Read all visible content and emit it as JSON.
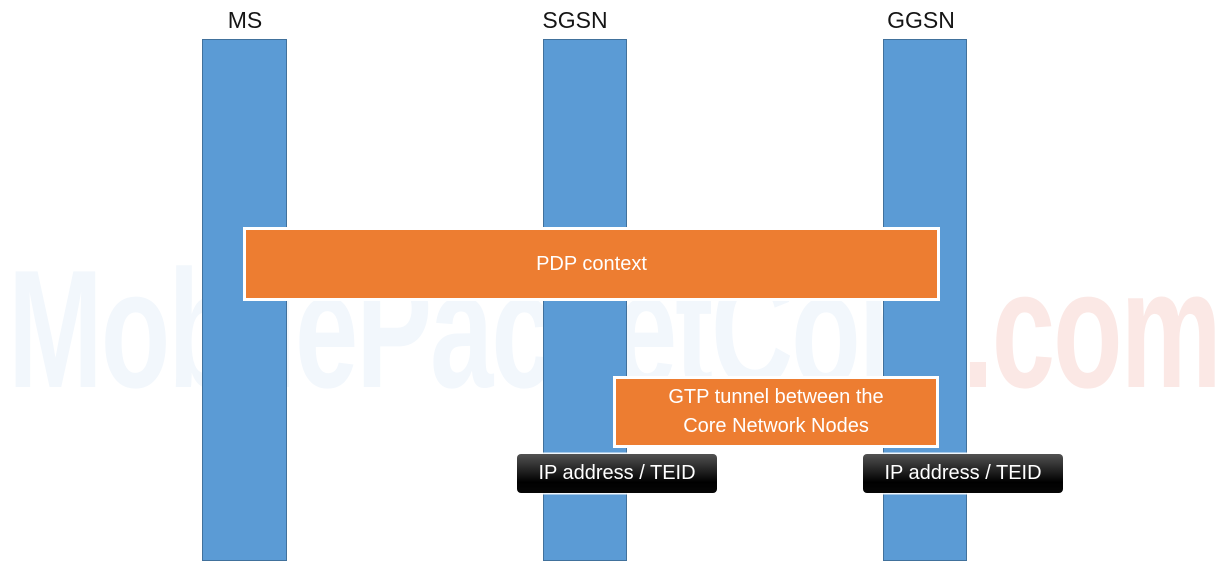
{
  "colors": {
    "lifeline_fill": "#5B9BD5",
    "lifeline_border": "#41719C",
    "highlight_fill": "#ED7D31",
    "highlight_border": "#FFFFFF",
    "tag_bg": "#000000",
    "watermark_text": "#F2F7FC",
    "watermark_suffix": "#FBE8E5"
  },
  "watermark": {
    "text": "MobilePacketCore",
    "suffix": ".com"
  },
  "lifelines": [
    {
      "id": "ms",
      "label": "MS"
    },
    {
      "id": "sgsn",
      "label": "SGSN"
    },
    {
      "id": "ggsn",
      "label": "GGSN"
    }
  ],
  "annotations": {
    "pdp_context": {
      "label": "PDP context"
    },
    "gtp_tunnel": {
      "line1": "GTP tunnel between the",
      "line2": "Core Network Nodes"
    },
    "sgsn_endpoint": {
      "label": "IP address / TEID"
    },
    "ggsn_endpoint": {
      "label": "IP address / TEID"
    }
  }
}
